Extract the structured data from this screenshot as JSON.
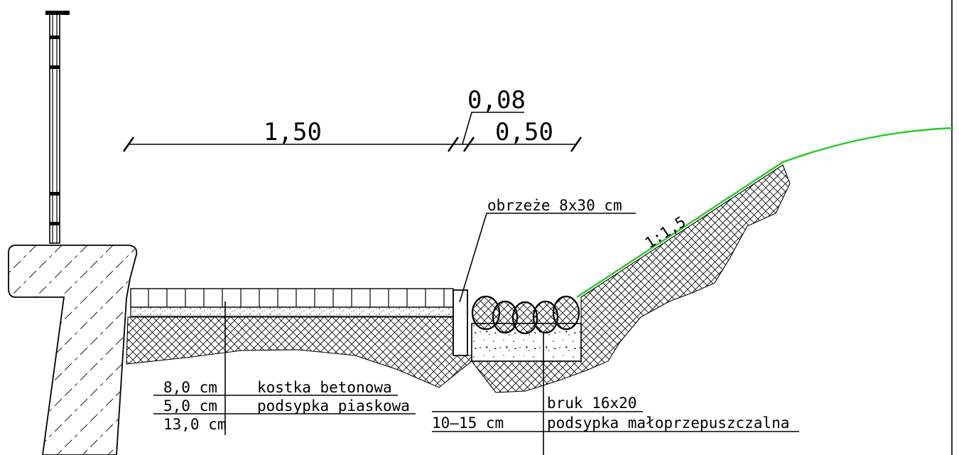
{
  "dimensions": {
    "width_main": "1,50",
    "gap": "0,08",
    "width_side": "0,50"
  },
  "slope": {
    "ratio": "1:1,5",
    "line_color": "#22cc22"
  },
  "curb_label": "obrzeże 8x30 cm",
  "cobble_label": "bruk 16x20",
  "layers_walk": [
    {
      "thickness": "8,0 cm",
      "material": "kostka betonowa"
    },
    {
      "thickness": "5,0 cm",
      "material": "podsypka piaskowa"
    },
    {
      "thickness": "13,0 cm",
      "material": ""
    }
  ],
  "layer_drain": {
    "thickness": "10–15 cm",
    "material": "podsypka małoprzepuszczalna"
  }
}
